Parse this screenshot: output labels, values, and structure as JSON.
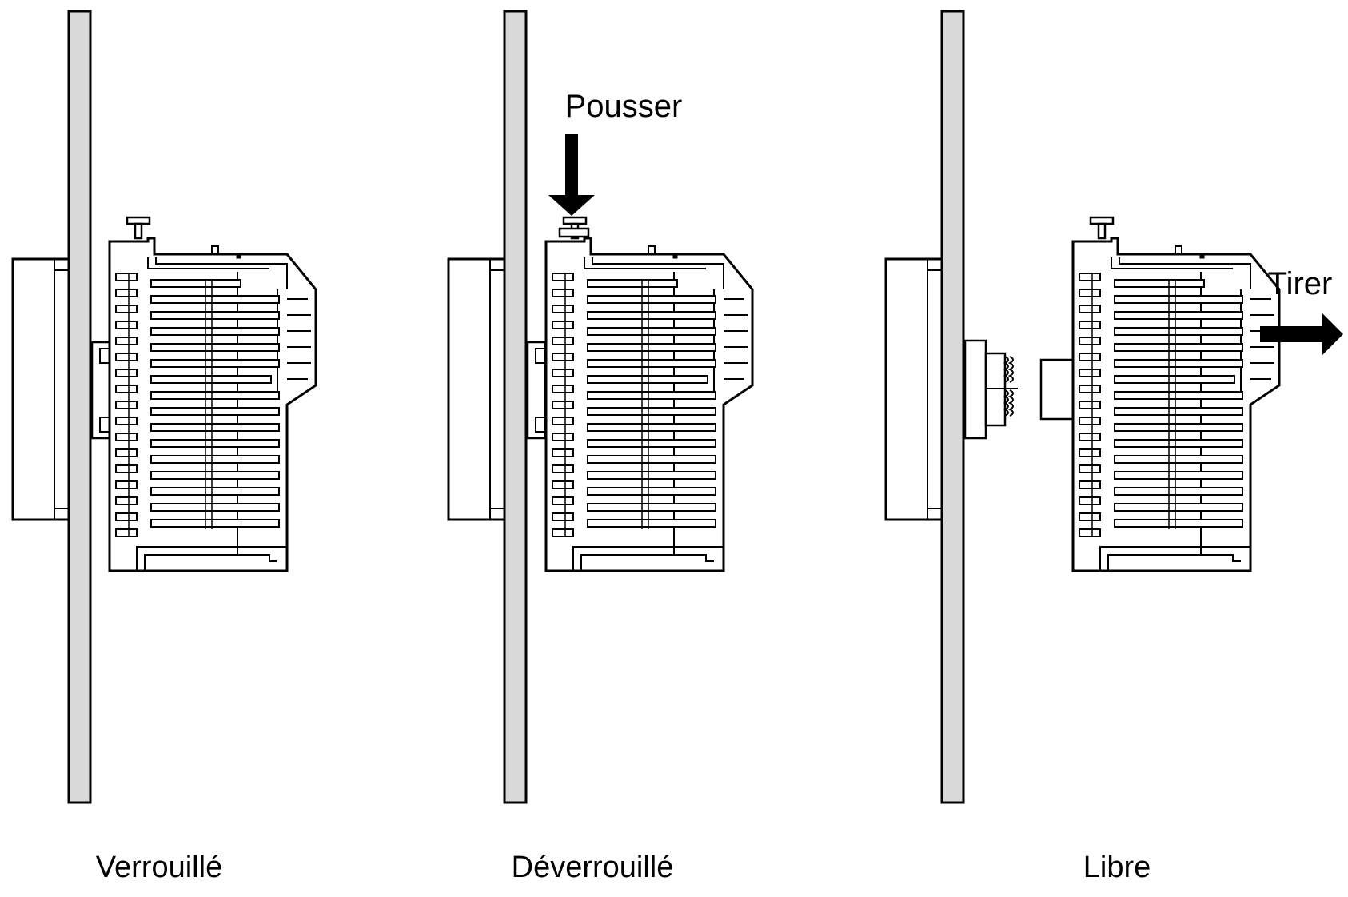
{
  "colors": {
    "stroke": "#000000",
    "panel_fill": "#d9d9d9",
    "background": "#ffffff"
  },
  "steps": [
    {
      "caption": "Verrouillé",
      "state": "locked"
    },
    {
      "caption": "Déverrouillé",
      "state": "unlocked",
      "action": "Pousser",
      "action_arrow": "down-arrow-icon"
    },
    {
      "caption": "Libre",
      "state": "free",
      "action": "Tirer",
      "action_arrow": "right-arrow-icon"
    }
  ]
}
